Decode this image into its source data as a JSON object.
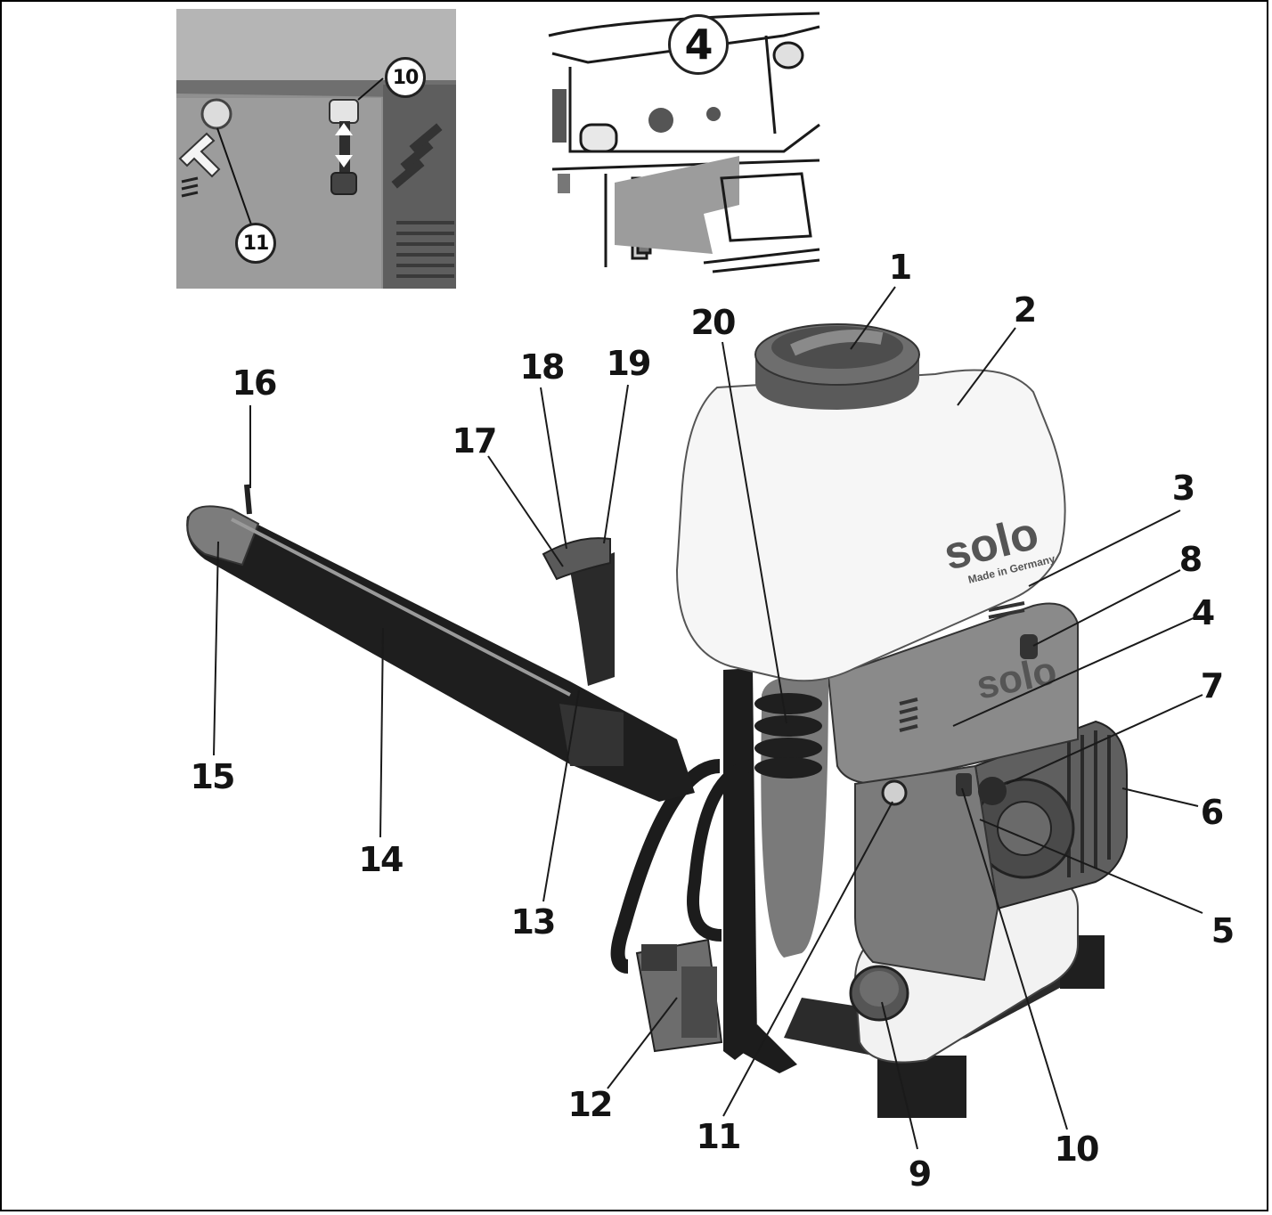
{
  "inset_left": {
    "labels": [
      "10",
      "11"
    ]
  },
  "inset_right": {
    "labels": [
      "4"
    ]
  },
  "main": {
    "brand_tank": "solo",
    "brand_tank_sub": "Made in Germany",
    "brand_housing": "solo",
    "callouts": [
      "1",
      "2",
      "3",
      "4",
      "5",
      "6",
      "7",
      "8",
      "9",
      "10",
      "11",
      "12",
      "13",
      "14",
      "15",
      "16",
      "17",
      "18",
      "19",
      "20"
    ]
  },
  "colors": {
    "line": "#1a1a1a",
    "tank": "#f4f4f4",
    "housing": "#8a8a8a",
    "dark": "#2a2a2a",
    "photo_bg": "#9a9a9a"
  }
}
